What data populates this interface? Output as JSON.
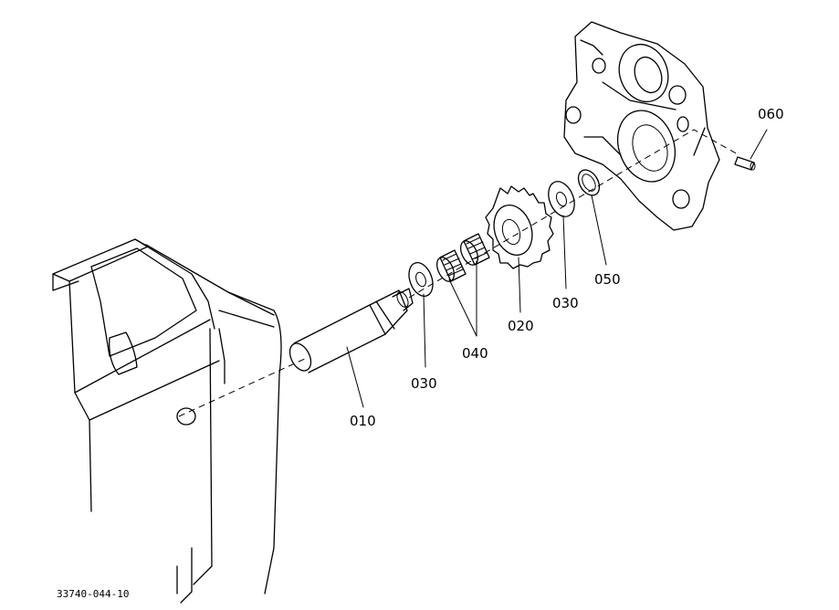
{
  "diagram_code": "33740-044-10",
  "callouts": {
    "c010": "010",
    "c020": "020",
    "c030a": "030",
    "c030b": "030",
    "c040": "040",
    "c050": "050",
    "c060": "060"
  }
}
